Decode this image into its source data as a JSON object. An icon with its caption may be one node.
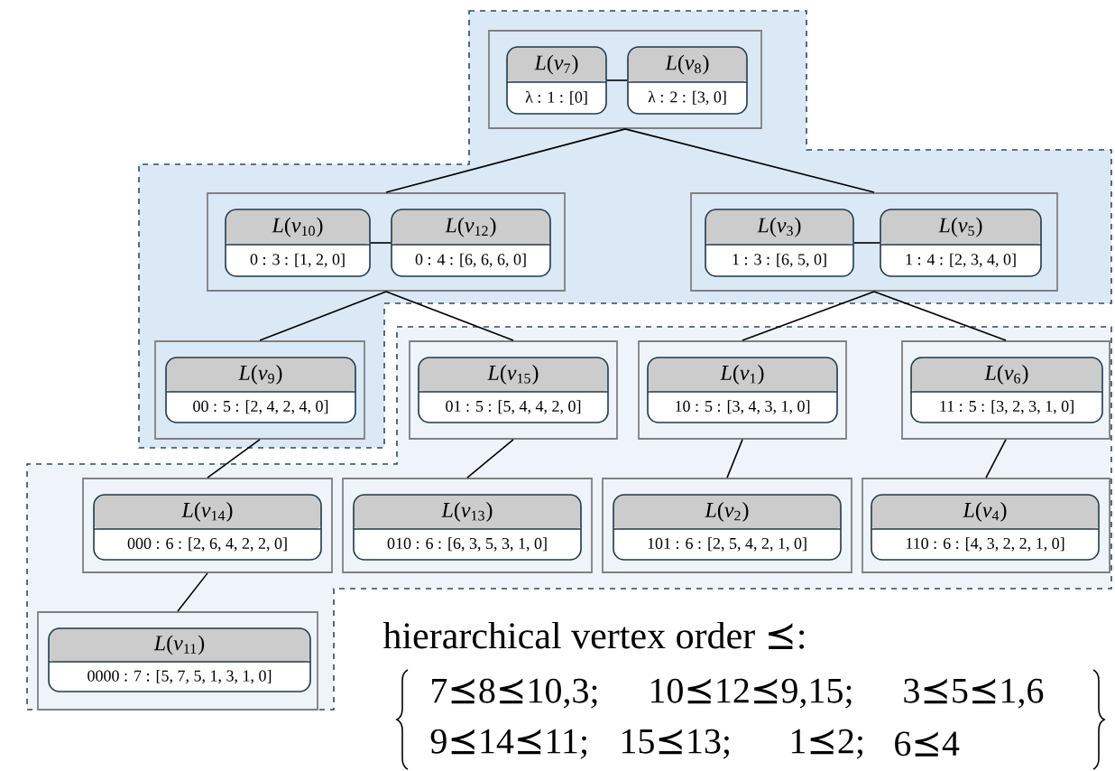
{
  "diagram": {
    "nodes": [
      {
        "text": [],
        "shape": "box"
      },
      {
        "text": [
          "*L*(*v*$_{7}$)",
          "λ : 1 : [0]"
        ],
        "in": 0
      },
      {
        "text": [
          "*L*(*v*$_{8}$)",
          "λ : 2 : [3, 0]"
        ],
        "in": 0
      },
      {
        "text": [],
        "shape": "box"
      },
      {
        "text": [
          "*L*(*v*$_{10}$)",
          "0 : 3 : [1, 2, 0]"
        ],
        "in": 3
      },
      {
        "text": [
          "*L*(*v*$_{12}$)",
          "0 : 4 : [6, 6, 6, 0]"
        ],
        "in": 3
      },
      {
        "text": [],
        "shape": "box"
      },
      {
        "text": [
          "*L*(*v*$_{3}$)",
          "1 : 3 : [6, 5, 0]"
        ],
        "in": 6
      },
      {
        "text": [
          "*L*(*v*$_{5}$)",
          "1 : 4 : [2, 3, 4, 0]"
        ],
        "in": 6
      },
      {
        "text": [],
        "shape": "box"
      },
      {
        "text": [
          "*L*(*v*$_{9}$)",
          "00 : 5 : [2, 4, 2, 4, 0]"
        ],
        "in": 9
      },
      {
        "text": [],
        "shape": "box"
      },
      {
        "text": [
          "*L*(*v*$_{15}$)",
          "01 : 5 : [5, 4, 4, 2, 0]"
        ],
        "in": 11
      },
      {
        "text": [],
        "shape": "box"
      },
      {
        "text": [
          "*L*(*v*$_{1}$)",
          "10 : 5 : [3, 4, 3, 1, 0]"
        ],
        "in": 13
      },
      {
        "text": [],
        "shape": "box"
      },
      {
        "text": [
          "*L*(*v*$_{6}$)",
          "11 : 5 : [3, 2, 3, 1, 0]"
        ],
        "in": 15
      },
      {
        "text": [],
        "shape": "box"
      },
      {
        "text": [
          "*L*(*v*$_{14}$)",
          "000 : 6 : [2, 6, 4, 2, 2, 0]"
        ],
        "in": 17
      },
      {
        "text": [],
        "shape": "box"
      },
      {
        "text": [
          "*L*(*v*$_{13}$)",
          "010 : 6 : [6, 3, 5, 3, 1, 0]"
        ],
        "in": 19
      },
      {
        "text": [],
        "shape": "box"
      },
      {
        "text": [
          "*L*(*v*$_{2}$)",
          "101 : 6 : [2, 5, 4, 2, 1, 0]"
        ],
        "in": 21
      },
      {
        "text": [],
        "shape": "box"
      },
      {
        "text": [
          "*L*(*v*$_{4}$)",
          "110 : 6 : [4, 3, 2, 2, 1, 0]"
        ],
        "in": 23
      },
      {
        "text": [],
        "shape": "box"
      },
      {
        "text": [
          "*L*(*v*$_{11}$)",
          "0000 : 7 : [5, 7, 5, 1, 3, 1, 0]"
        ],
        "in": 25
      }
    ],
    "edges": [
      {
        "from": 1,
        "to": 2,
        "arrow": "none"
      },
      {
        "from": 0,
        "to": 3,
        "arrow": "none"
      },
      {
        "from": 0,
        "to": 6,
        "arrow": "none"
      },
      {
        "from": 4,
        "to": 5,
        "arrow": "none"
      },
      {
        "from": 7,
        "to": 8,
        "arrow": "none"
      },
      {
        "from": 3,
        "to": 9,
        "arrow": "none"
      },
      {
        "from": 3,
        "to": 11,
        "arrow": "none"
      },
      {
        "from": 6,
        "to": 13,
        "arrow": "none"
      },
      {
        "from": 6,
        "to": 15,
        "arrow": "none"
      },
      {
        "from": 9,
        "to": 17,
        "arrow": "none"
      },
      {
        "from": 11,
        "to": 19,
        "arrow": "none"
      },
      {
        "from": 13,
        "to": 21,
        "arrow": "none"
      },
      {
        "from": 15,
        "to": 23,
        "arrow": "none"
      },
      {
        "from": 17,
        "to": 25,
        "arrow": "none"
      }
    ],
    "labels": [
      "hierarchical vertex order ⪯:",
      "7⪯8⪯10,3;",
      "10⪯12⪯9,15;",
      "3⪯5⪯1,6",
      "9⪯14⪯11;",
      "15⪯13;",
      "1⪯2;",
      "6⪯4"
    ]
  }
}
